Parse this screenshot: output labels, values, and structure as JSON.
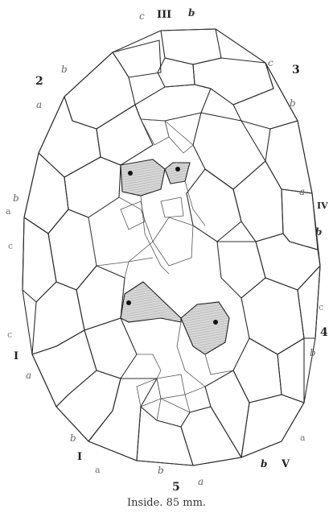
{
  "caption": "Inside.  85 mm.",
  "labels": {
    "top_c": "c",
    "top_III": "III",
    "top_b": "b",
    "l2": "2",
    "l2_b": "b",
    "l2_a": "a",
    "r3_c": "c",
    "r3": "3",
    "r3_b": "b",
    "left_b": "b",
    "left_a": "a",
    "left_c": "c",
    "left_c2": "c",
    "left_I": "I",
    "left_a2": "a",
    "right_a": "a",
    "right_IV": "IV",
    "right_b": "b",
    "right_c": "c",
    "right_4": "4",
    "right_b2": "b",
    "bot_b1": "b",
    "bot_I": "I",
    "bot_a1": "a",
    "bot_b2": "b",
    "bot_5": "5",
    "bot_a2": "a",
    "bot_b3": "b",
    "bot_V": "V",
    "bot_a3": "a"
  }
}
